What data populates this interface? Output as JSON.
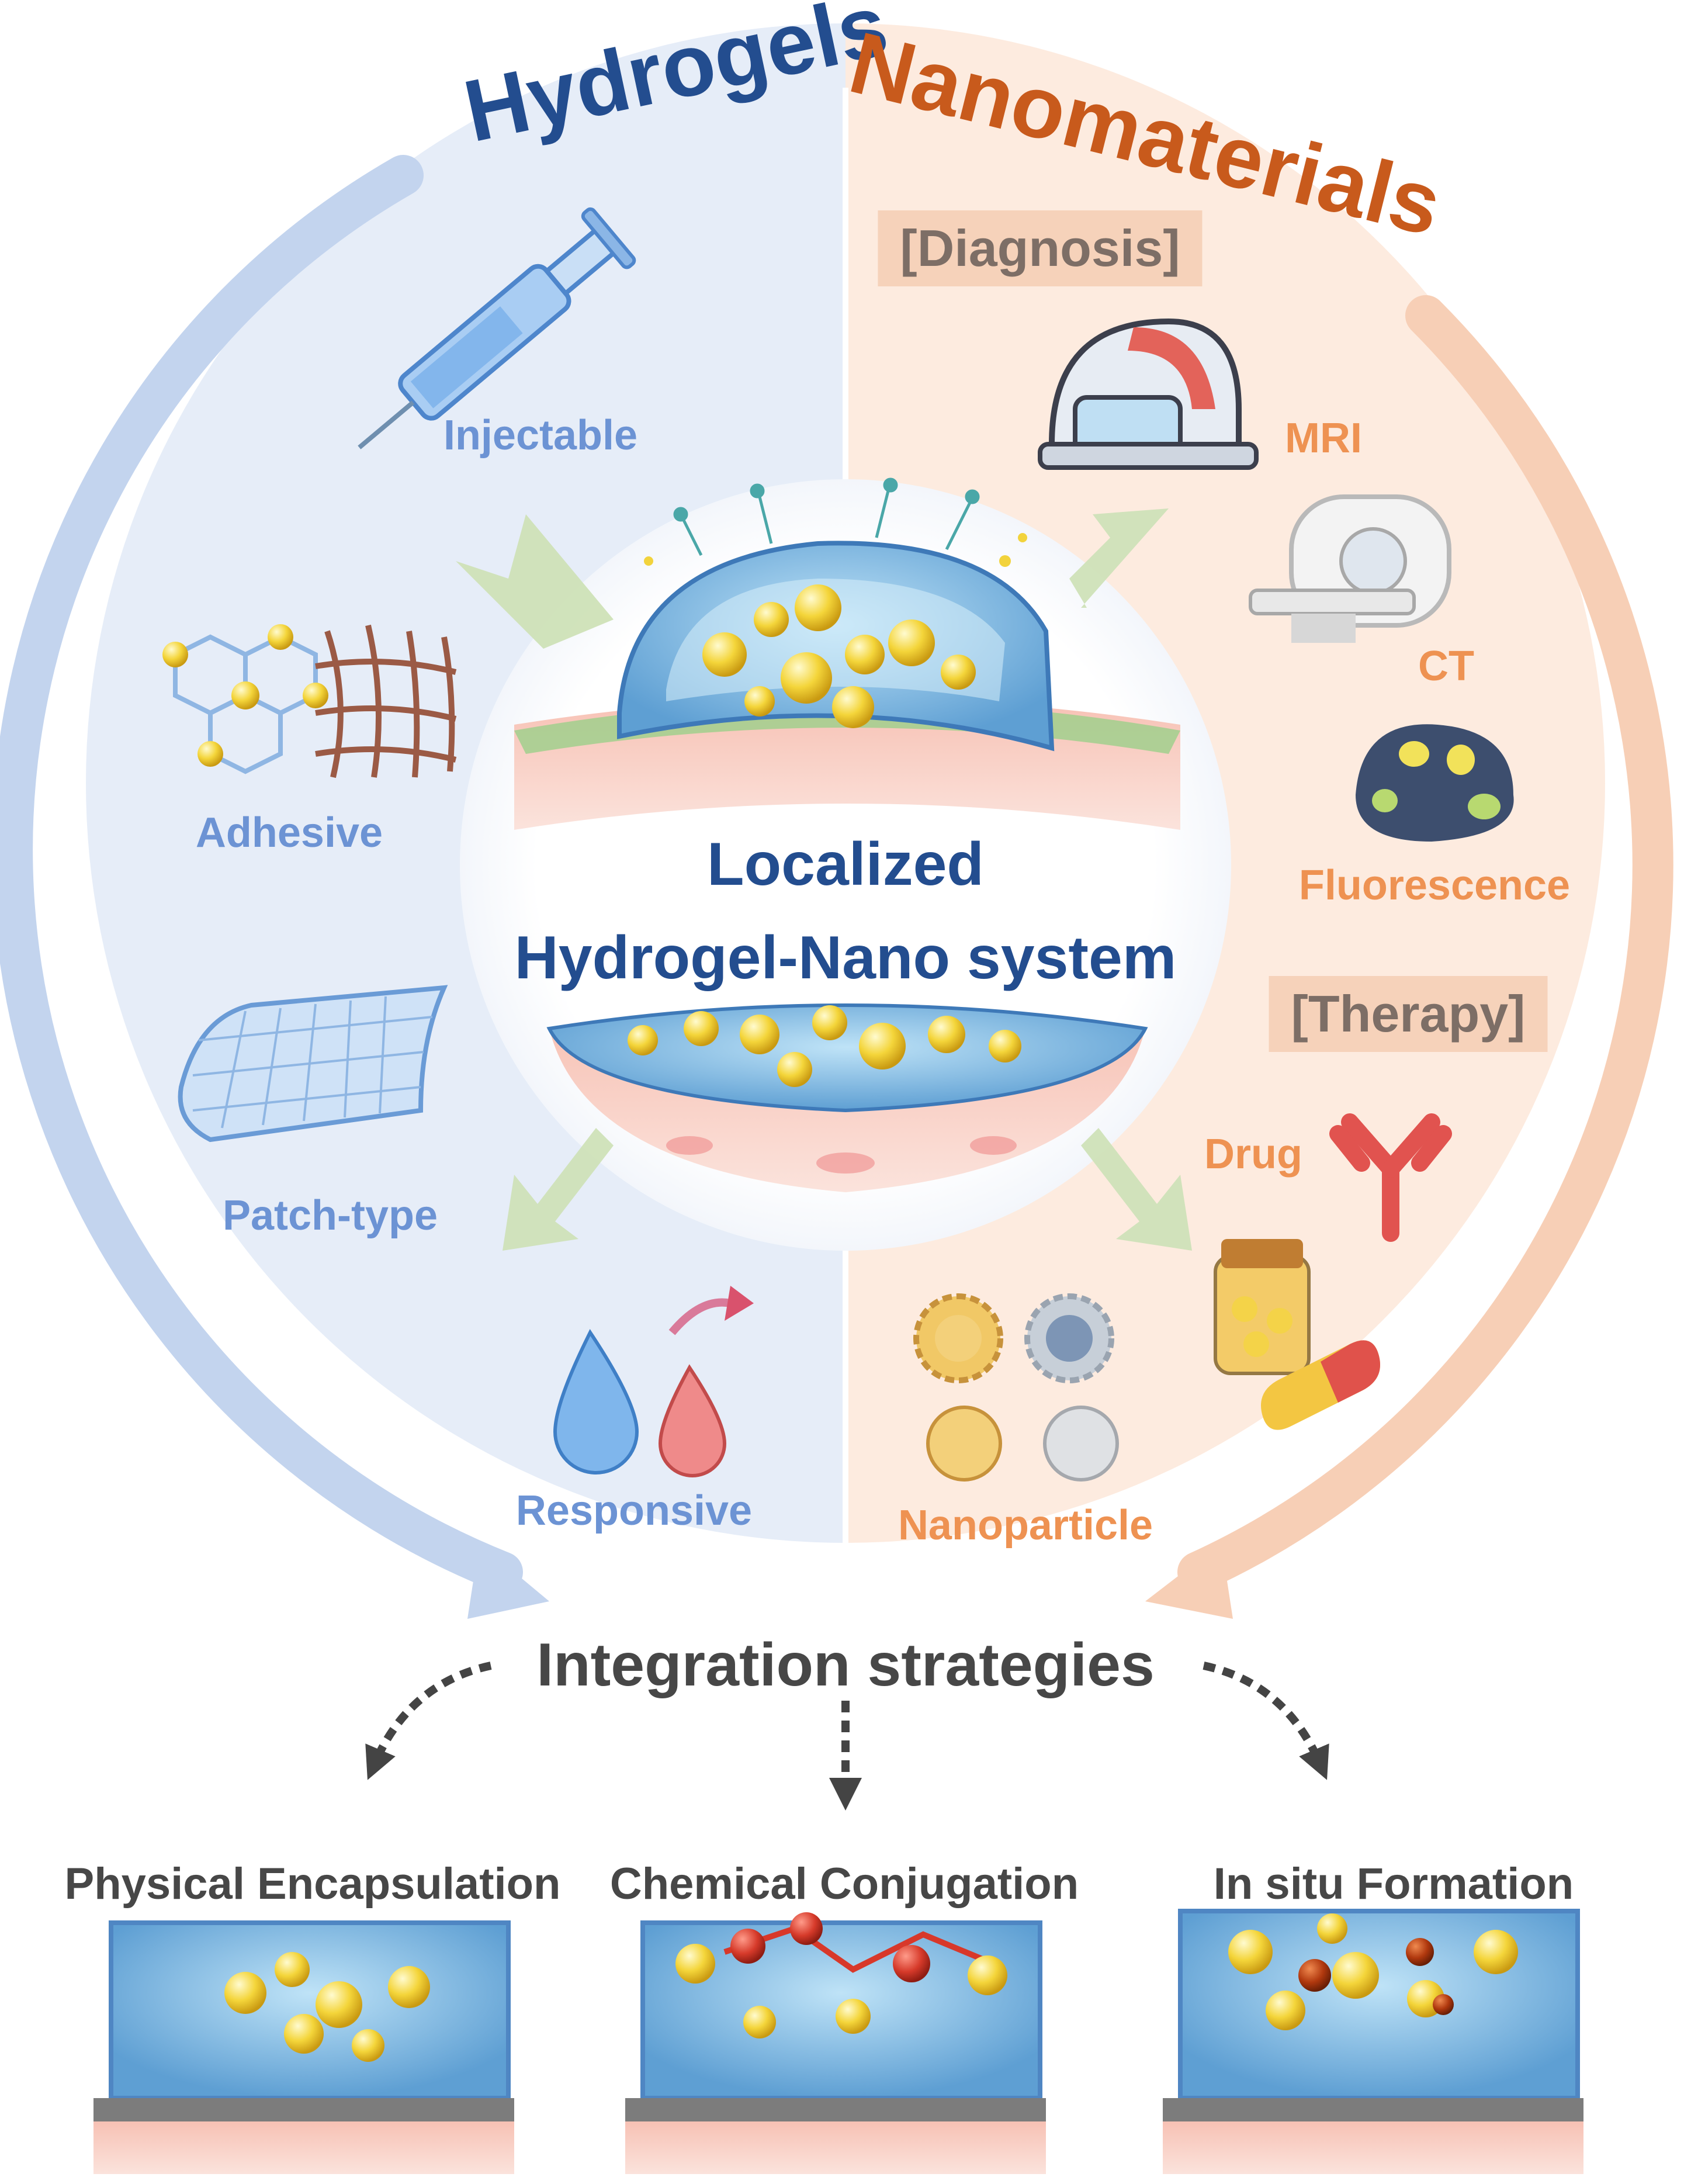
{
  "colors": {
    "hydrogel_blue": "#234d8f",
    "nano_orange": "#c85a1c",
    "blue_label": "#6c93d4",
    "orange_label": "#ee9252",
    "tag_bg": "#f6d2ba",
    "tag_text": "#7d6e66",
    "strategy_text": "#474747"
  },
  "header": {
    "hydrogels": "Hydrogels",
    "nanomaterials": "Nanomaterials"
  },
  "center": {
    "line1": "Localized",
    "line2": "Hydrogel-Nano system"
  },
  "hydrogel_types": [
    {
      "label": "Injectable",
      "icon": "syringe-icon"
    },
    {
      "label": "Adhesive",
      "icon": "network-icon"
    },
    {
      "label": "Patch-type",
      "icon": "patch-icon"
    },
    {
      "label": "Responsive",
      "icon": "droplets-icon"
    }
  ],
  "diagnosis": {
    "tag": "[Diagnosis]",
    "items": [
      {
        "label": "MRI",
        "icon": "mri-scanner-icon"
      },
      {
        "label": "CT",
        "icon": "ct-scanner-icon"
      },
      {
        "label": "Fluorescence",
        "icon": "fluorescent-sphere-icon"
      }
    ]
  },
  "therapy": {
    "tag": "[Therapy]",
    "items": [
      {
        "label": "Drug",
        "icon": "antibody-icon"
      },
      {
        "label": "Nanoparticle",
        "icon": "nanoparticles-icon"
      }
    ]
  },
  "integration": {
    "title": "Integration strategies",
    "strategies": [
      {
        "label": "Physical Encapsulation"
      },
      {
        "label": "Chemical Conjugation"
      },
      {
        "label": "In situ Formation"
      }
    ]
  }
}
